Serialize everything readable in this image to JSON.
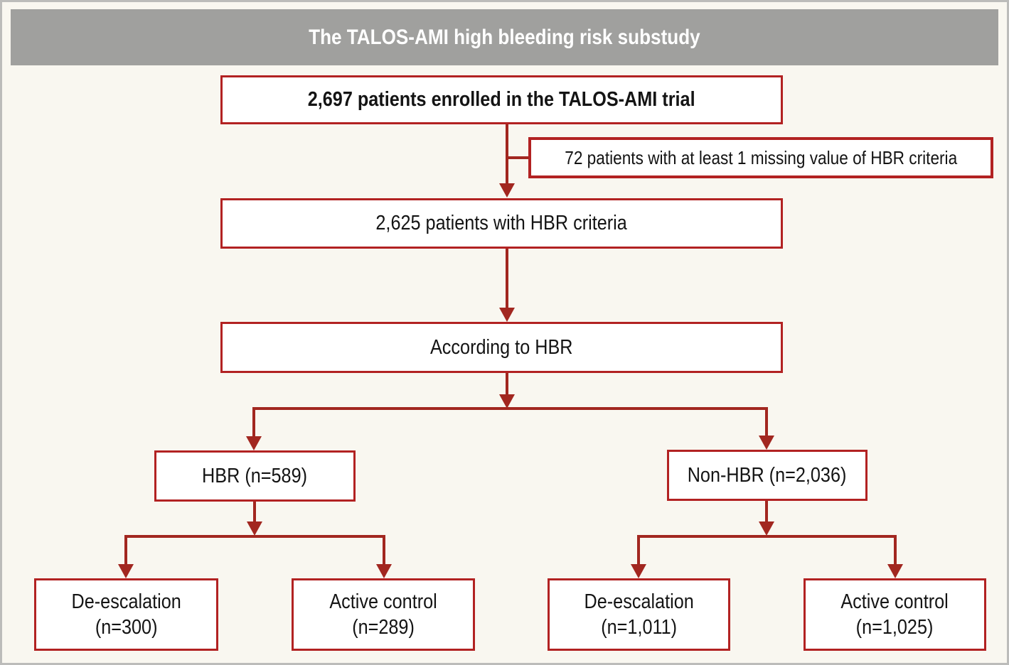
{
  "figure_title": "The TALOS-AMI high bleeding risk substudy",
  "colors": {
    "connector_red": "#a22720",
    "box_border_red": "#b22222",
    "header_gray": "#a0a09e",
    "background_cream": "#f9f7f0",
    "text": "#141414"
  },
  "nodes": {
    "enrolled": {
      "label": "2,697 patients enrolled in the TALOS-AMI trial"
    },
    "excluded": {
      "label": "72 patients with at least 1 missing value of HBR criteria"
    },
    "with_hbr_criteria": {
      "label": "2,625 patients with HBR criteria"
    },
    "according_to_hbr": {
      "label": "According to HBR"
    },
    "hbr_group": {
      "label": "HBR (n=589)"
    },
    "non_hbr_group": {
      "label": "Non-HBR (n=2,036)"
    },
    "hbr_deescalation": {
      "line1": "De-escalation",
      "line2": "(n=300)"
    },
    "hbr_active_control": {
      "line1": "Active control",
      "line2": "(n=289)"
    },
    "non_hbr_deescalation": {
      "line1": "De-escalation",
      "line2": "(n=1,011)"
    },
    "non_hbr_active_control": {
      "line1": "Active control",
      "line2": "(n=1,025)"
    }
  }
}
